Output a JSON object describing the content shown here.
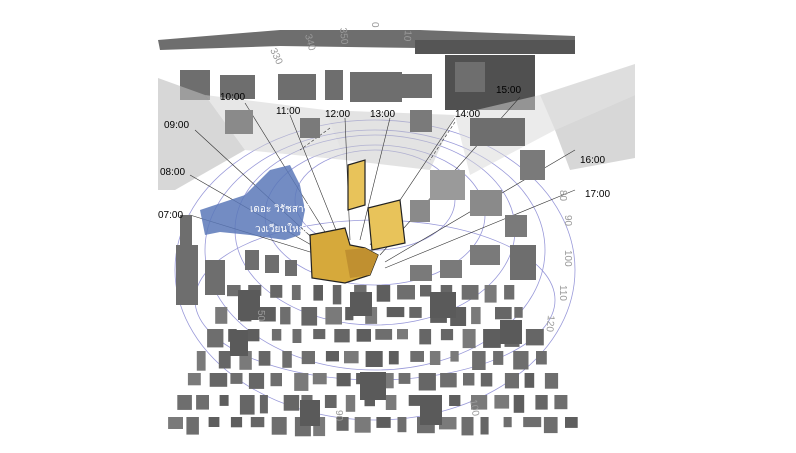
{
  "colors": {
    "background": "#ffffff",
    "building": "#6e6e6e",
    "building_dark": "#505050",
    "building_light": "#9a9a9a",
    "highlight": "#e8c35a",
    "highlight_dark": "#b8902a",
    "shadow_zone": "#5a78b8",
    "sun_path": "#8080d0",
    "fan": "#bdbdbd"
  },
  "sun_times": [
    "07:00",
    "08:00",
    "09:00",
    "10:00",
    "11:00",
    "12:00",
    "13:00",
    "14:00",
    "15:00",
    "16:00",
    "17:00"
  ],
  "compass_labels": [
    "350",
    "0",
    "340",
    "10",
    "330",
    "80",
    "90",
    "100",
    "110",
    "120",
    "50",
    "90",
    "100"
  ],
  "zone_label_line1": "เดอะ วิรัชสาห์",
  "zone_label_line2": "วงเวียนใหญ่"
}
